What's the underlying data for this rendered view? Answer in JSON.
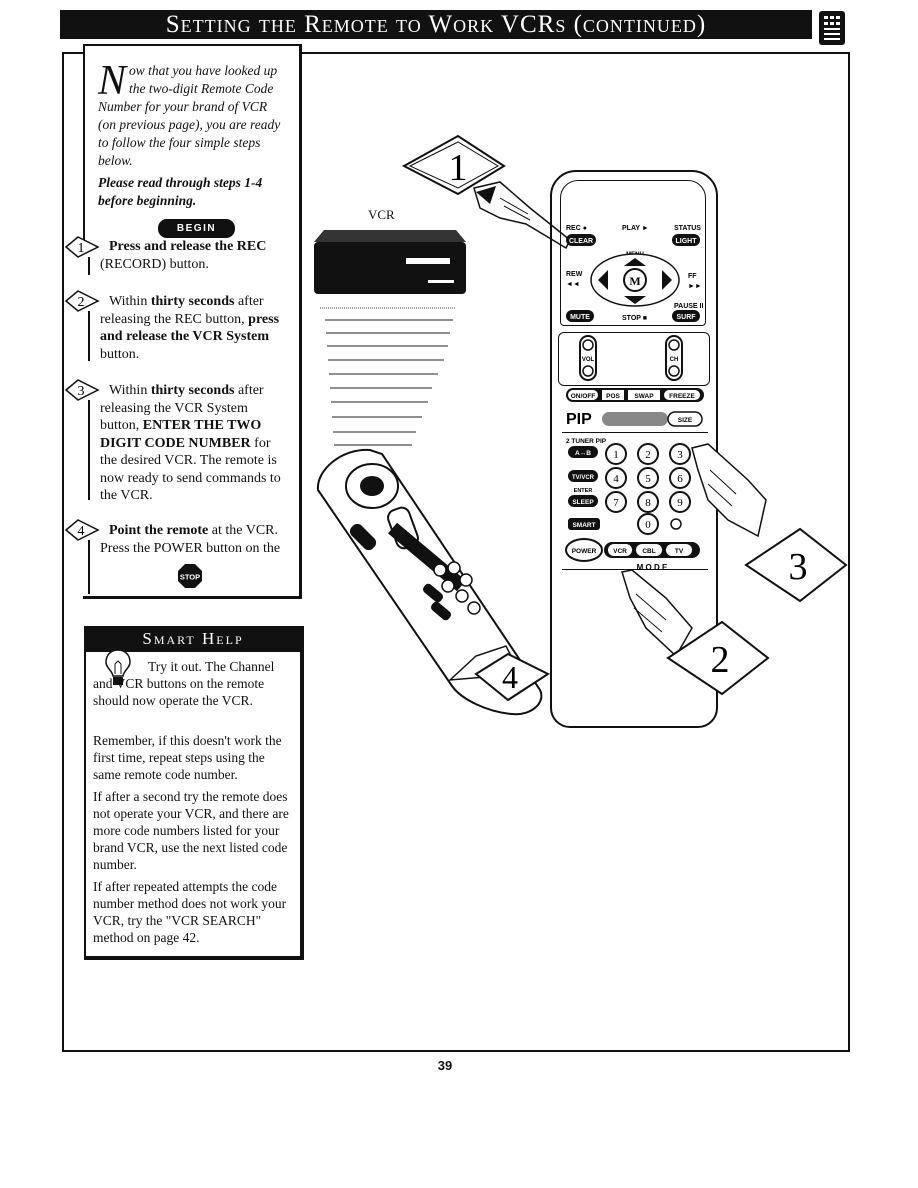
{
  "header": {
    "title": "Setting the Remote to Work VCRs (continued)"
  },
  "intro": {
    "drop_cap": "N",
    "text": "ow that you have looked up the two-digit Remote Code Number for your brand of VCR (on previous page), you are ready to follow the four simple steps below.",
    "note": "Please read through steps 1-4 before beginning."
  },
  "begin_label": "BEGIN",
  "steps": [
    {
      "number": "1",
      "bold_lead": "Press and release the REC",
      "rest": "(RECORD) button."
    },
    {
      "number": "2",
      "lead": "Within ",
      "b1": "thirty seconds",
      "m1": " after releasing the REC button, ",
      "b2": "press and release the VCR System",
      "end": " button."
    },
    {
      "number": "3",
      "lead": "Within ",
      "b1": "thirty seconds",
      "m1": " after releasing the VCR System button, ",
      "b2": "ENTER THE TWO DIGIT CODE NUMBER",
      "end": " for the desired VCR. The remote is now ready to send commands to the VCR."
    },
    {
      "number": "4",
      "b1": "Point the remote",
      "m1": " at the VCR. Press the POWER button on the"
    }
  ],
  "stop_label": "STOP",
  "smart_help": {
    "title": "Smart Help",
    "paragraphs": [
      "Try it out. The Channel and VCR buttons on the remote should now operate the VCR.",
      "Remember, if this doesn't work the first time, repeat steps using the same remote code number.",
      "If after a second try the remote does not operate your VCR, and there are more code numbers listed for your brand VCR, use the next listed code number.",
      "If after repeated attempts the code number method does not work your VCR, try the \"VCR SEARCH\" method on page 42."
    ]
  },
  "illustration": {
    "vcr_label": "VCR",
    "callouts": [
      "1",
      "2",
      "3",
      "4"
    ],
    "remote": {
      "top_buttons": {
        "rec": "REC ●",
        "play": "PLAY ►",
        "status": "STATUS",
        "clear": "CLEAR",
        "light": "LIGHT",
        "menu": "MENU",
        "m": "M",
        "rew": "REW",
        "rew_sym": "◄◄",
        "ff": "FF",
        "ff_sym": "►►",
        "pause": "PAUSE II",
        "mute": "MUTE",
        "stop": "STOP ■",
        "surf": "SURF"
      },
      "vol": "VOL",
      "ch": "CH",
      "pip_row": [
        "ON/OFF",
        "POS",
        "SWAP",
        "FREEZE"
      ],
      "pip_label": "PIP",
      "size": "SIZE",
      "tuner": "2 TUNER PIP",
      "side_buttons": [
        "A↔B",
        "TV/VCR",
        "SLEEP",
        "SMART"
      ],
      "enter": "ENTER",
      "digits": [
        "1",
        "2",
        "3",
        "4",
        "5",
        "6",
        "7",
        "8",
        "9",
        "0"
      ],
      "system_buttons": [
        "POWER",
        "VCR",
        "CBL",
        "TV"
      ],
      "mode_text": "M O D E"
    }
  },
  "page_number": "39"
}
